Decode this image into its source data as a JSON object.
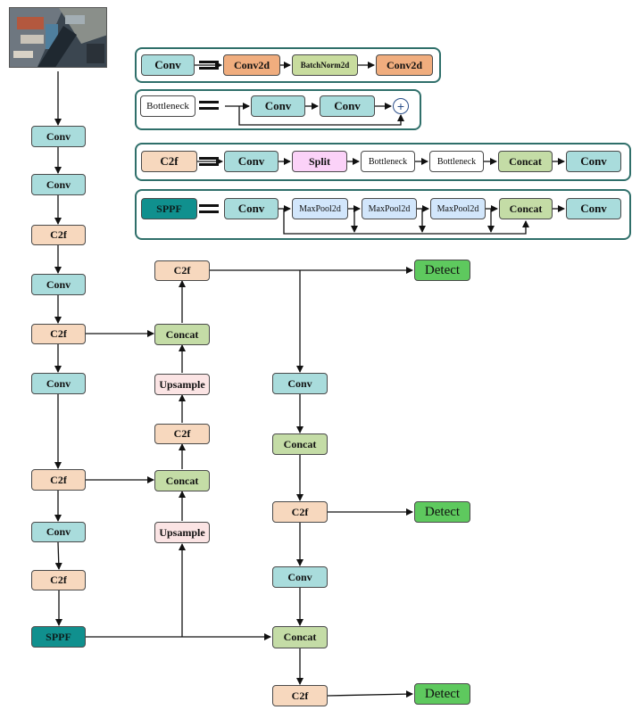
{
  "labels": {
    "conv": "Conv",
    "c2f": "C2f",
    "concat": "Concat",
    "upsample": "Upsample",
    "sppf": "SPPF",
    "detect": "Detect",
    "conv2d": "Conv2d",
    "batchnorm2d": "BatchNorm2d",
    "bottleneck": "Bottleneck",
    "split": "Split",
    "maxpool2d": "MaxPool2d",
    "plus": "+"
  },
  "colors": {
    "conv": "#a9dcdc",
    "c2f": "#f7d8be",
    "concat": "#c4dca6",
    "upsample": "#fbe4e4",
    "sppf": "#10908e",
    "detect": "#5ec95e",
    "conv2d": "#f0ad7e",
    "batchnorm2d": "#c8dc9e",
    "split": "#fbd2f8",
    "maxpool2d": "#d2e6fb",
    "legend_border": "#2f6f6a",
    "arrow": "#111111"
  }
}
